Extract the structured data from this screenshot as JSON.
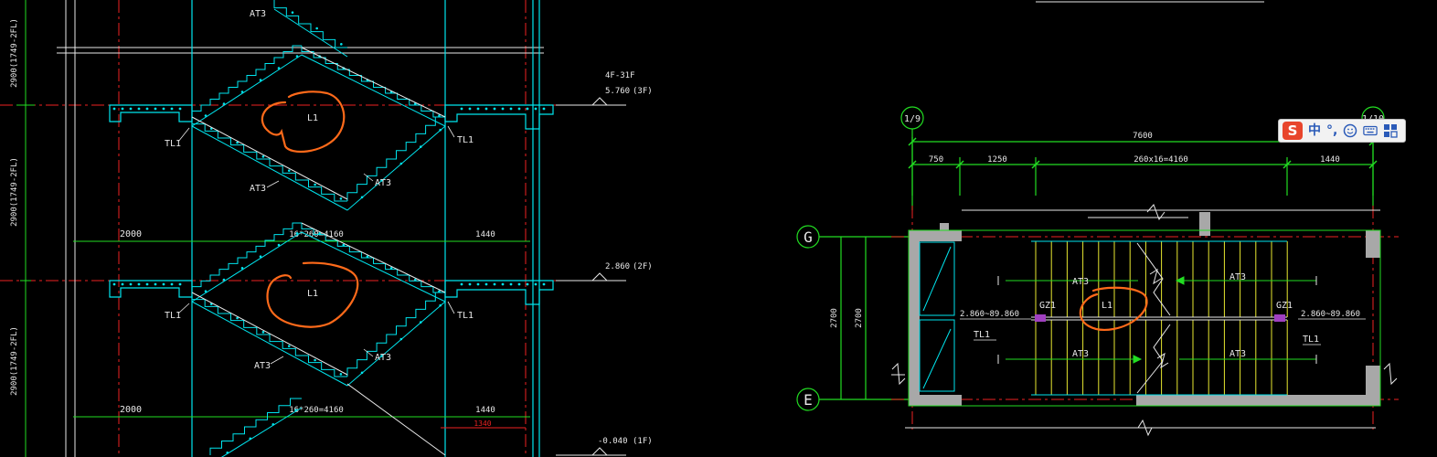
{
  "colors": {
    "background": "#000000",
    "section_line": "#00e5ee",
    "dimension": "#22dd22",
    "axis": "#ee2222",
    "stair_tread": "#e8e830",
    "annotation": "#ff6a1a",
    "wall_fill": "#a8a8a8",
    "column_mark": "#a040c0",
    "text": "#e8e8e8"
  },
  "section": {
    "story_dims": [
      "2900(1749-2FL)",
      "2900(1749-2FL)",
      "2900(1749-2FL)"
    ],
    "levels": [
      {
        "label": "4F-31F",
        "value": "5.760",
        "floor": "(3F)"
      },
      {
        "label": "",
        "value": "2.860",
        "floor": "(2F)"
      },
      {
        "label": "",
        "value": "-0.040",
        "floor": "(1F)"
      }
    ],
    "flight_label": "AT3",
    "beam_label": "L1",
    "post_label": "TL1",
    "dim_landing": "2000",
    "dim_run": "16*260=4160",
    "dim_right": "1440",
    "dim_small": "1340"
  },
  "plan": {
    "axis_top_left": "1/9",
    "axis_top_right": "1/10",
    "axis_left_top": "G",
    "axis_left_bottom": "E",
    "total_width": "7600",
    "dims": [
      "750",
      "1250",
      "260x16=4160",
      "1440"
    ],
    "height_outer": "2700",
    "height_inner": "2700",
    "flight_label": "AT3",
    "beam_label": "L1",
    "post_label": "TL1",
    "column_label": "GZ1",
    "elev_range": "2.860~89.860"
  },
  "ime": {
    "logo": "S",
    "lang": "中",
    "punct": "°,",
    "emoji_icon": "smiley-icon",
    "keyboard_icon": "keyboard-icon",
    "grid_icon": "grid-icon"
  }
}
